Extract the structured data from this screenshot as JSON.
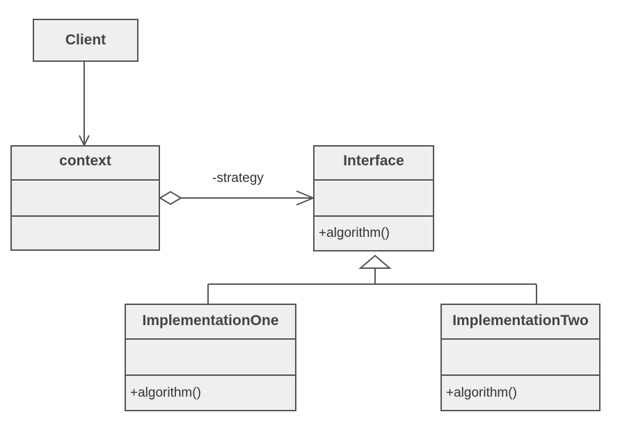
{
  "diagram": {
    "client": {
      "name": "Client"
    },
    "context": {
      "name": "context"
    },
    "interface": {
      "name": "Interface",
      "method": "+algorithm()"
    },
    "implementation_one": {
      "name": "ImplementationOne",
      "method": "+algorithm()"
    },
    "implementation_two": {
      "name": "ImplementationTwo",
      "method": "+algorithm()"
    },
    "association_label": "-strategy"
  }
}
